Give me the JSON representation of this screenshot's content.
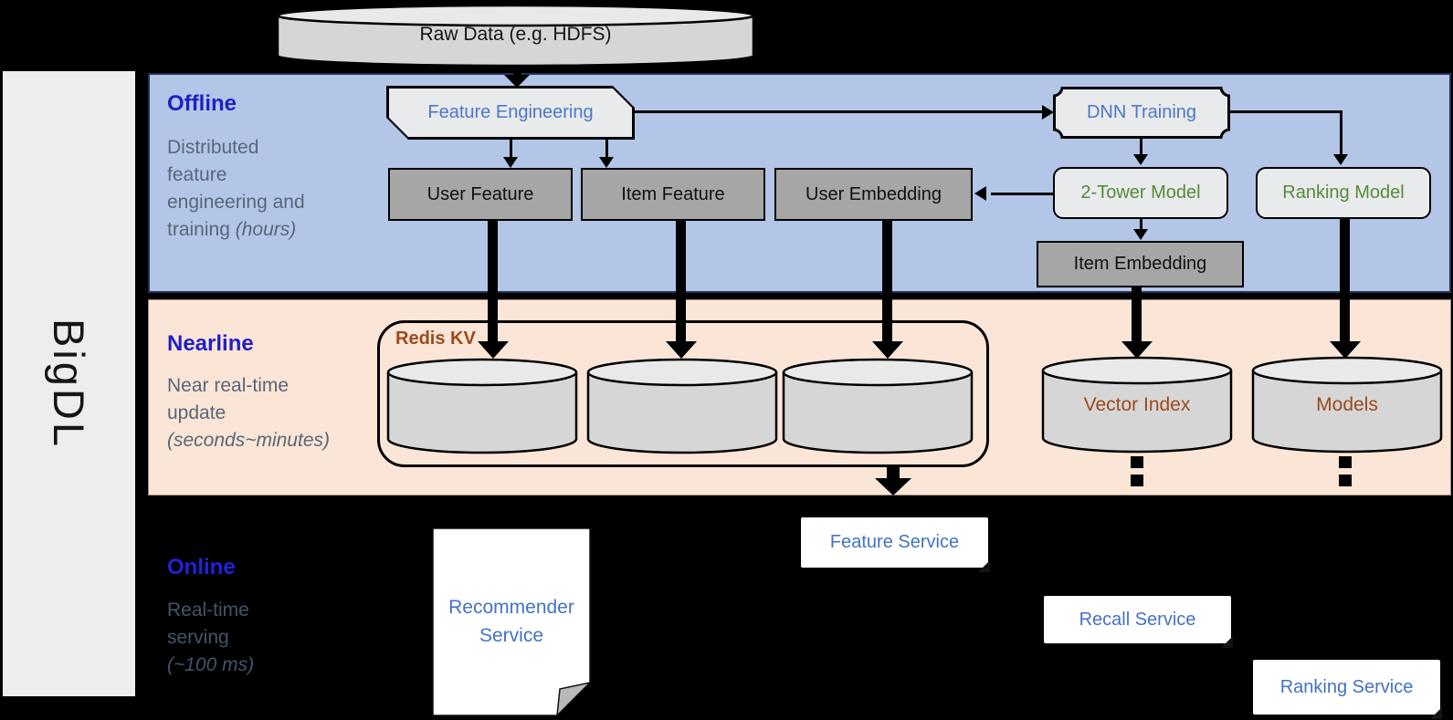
{
  "colors": {
    "band_blue": "#b3c6e7",
    "band_peach": "#fbe5d6",
    "node_gray": "#a6a6a6",
    "node_light": "#e9eaec",
    "text_blue": "#4a78c8",
    "text_green": "#538c3a",
    "text_brown": "#9c4a1c",
    "text_slate": "#5a6679",
    "section_label_blue": "#1f1fc8",
    "cylinder_fill": "#d6d6d6"
  },
  "brand": {
    "name": "BigDL"
  },
  "source": {
    "label": "Raw Data (e.g. HDFS)"
  },
  "offline": {
    "label": "Offline",
    "line1": "Distributed",
    "line2": "feature",
    "line3": "engineering and",
    "line4": "training",
    "line4_italic": "(hours)",
    "feature_engineering": "Feature Engineering",
    "dnn_training": "DNN Training",
    "user_feature": "User Feature",
    "item_feature": "Item Feature",
    "user_embedding": "User Embedding",
    "two_tower_model": "2-Tower Model",
    "ranking_model": "Ranking Model",
    "item_embedding": "Item Embedding"
  },
  "nearline": {
    "label": "Nearline",
    "line1": "Near real-time",
    "line2": "update",
    "line3_italic": "(seconds~minutes)",
    "redis_kv": "Redis KV",
    "vector_index": "Vector Index",
    "models": "Models"
  },
  "online": {
    "label": "Online",
    "line1": "Real-time",
    "line2": "serving",
    "line3_italic": "(~100 ms)",
    "recommender_line1": "Recommender",
    "recommender_line2": "Service",
    "feature_service": "Feature Service",
    "recall_service": "Recall Service",
    "ranking_service": "Ranking Service"
  }
}
